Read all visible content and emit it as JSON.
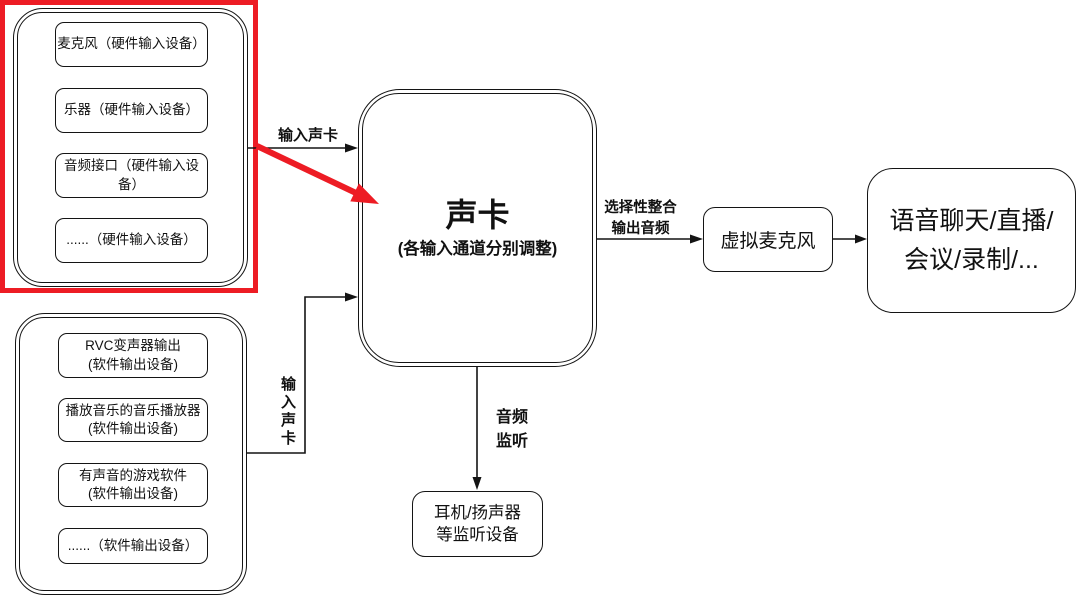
{
  "colors": {
    "highlight_red": "#ed1c24",
    "line_ink": "#141414",
    "background": "#ffffff"
  },
  "diagram": {
    "hardware_group": {
      "items": [
        {
          "label": "麦克风（硬件输入设备）"
        },
        {
          "label": "乐器（硬件输入设备）"
        },
        {
          "label": "音频接口（硬件输入设备）"
        },
        {
          "label": "......（硬件输入设备）"
        }
      ]
    },
    "software_group": {
      "items": [
        {
          "line1": "RVC变声器输出",
          "line2": "(软件输出设备)"
        },
        {
          "line1": "播放音乐的音乐播放器",
          "line2": "(软件输出设备)"
        },
        {
          "line1": "有声音的游戏软件",
          "line2": "(软件输出设备)"
        },
        {
          "line1": "......（软件输出设备）",
          "line2": ""
        }
      ]
    },
    "sound_card": {
      "title": "声卡",
      "subtitle": "(各输入通道分别调整)"
    },
    "virtual_mic": {
      "label": "虚拟麦克风"
    },
    "apps_box": {
      "line1": "语音聊天/直播/",
      "line2": "会议/录制/..."
    },
    "monitor_box": {
      "line1": "耳机/扬声器",
      "line2": "等监听设备"
    },
    "edge_labels": {
      "hardware_to_soundcard": "输入声卡",
      "software_to_soundcard": "输入声卡",
      "selective_output_line1": "选择性整合",
      "selective_output_line2": "输出音频",
      "audio_monitor_line1": "音频",
      "audio_monitor_line2": "监听"
    }
  }
}
